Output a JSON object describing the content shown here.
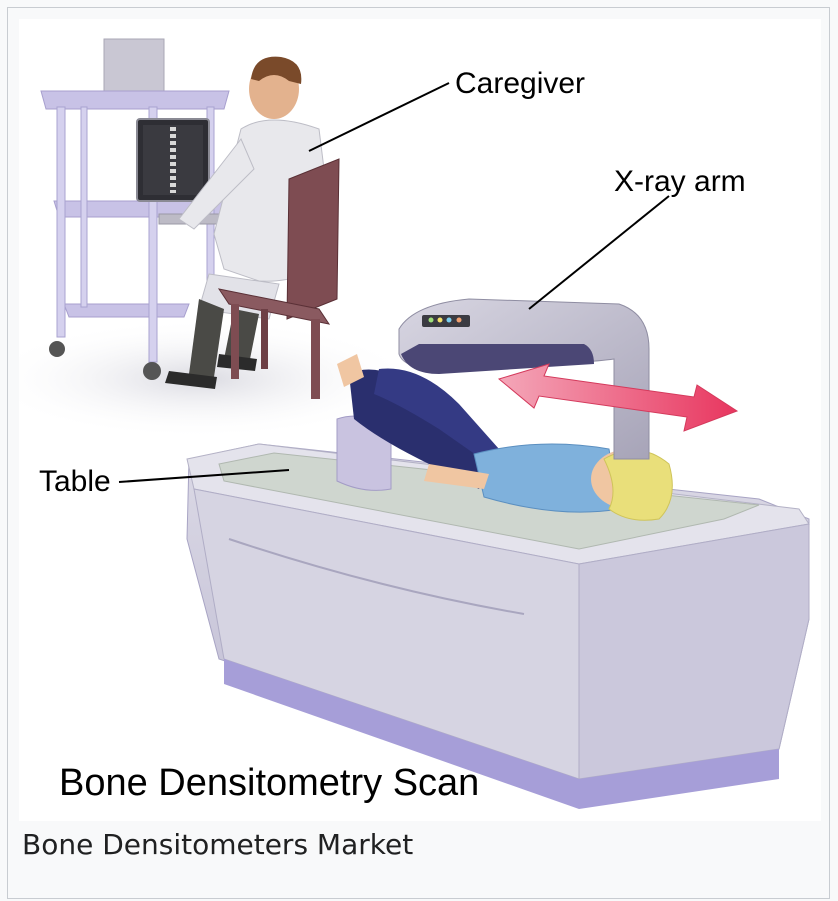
{
  "figure": {
    "labels": {
      "caregiver": "Caregiver",
      "xray_arm": "X-ray arm",
      "table": "Table"
    },
    "title": "Bone Densitometry Scan"
  },
  "caption": "Bone Densitometers Market"
}
